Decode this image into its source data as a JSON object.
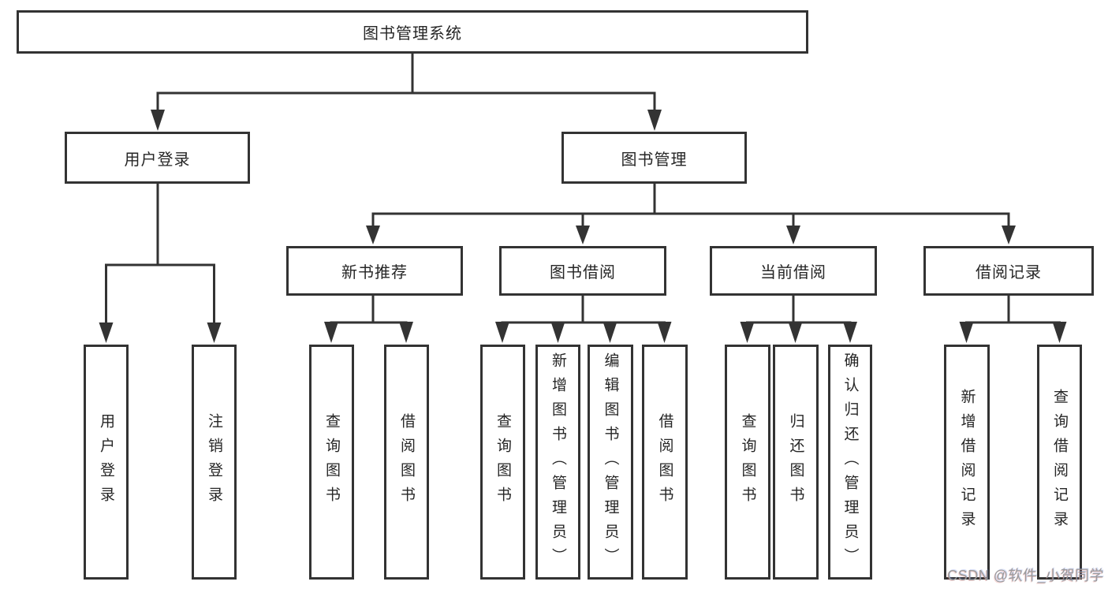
{
  "colors": {
    "line": "#333333",
    "text": "#262626",
    "background": "#ffffff",
    "watermark": "#9b9b9b"
  },
  "root": {
    "label": "图书管理系统"
  },
  "level2": [
    {
      "label": "用户登录"
    },
    {
      "label": "图书管理"
    }
  ],
  "level3": [
    {
      "label": "新书推荐",
      "parent": "图书管理"
    },
    {
      "label": "图书借阅",
      "parent": "图书管理"
    },
    {
      "label": "当前借阅",
      "parent": "图书管理"
    },
    {
      "label": "借阅记录",
      "parent": "图书管理"
    }
  ],
  "leaves": [
    {
      "label": "用户登录",
      "parent": "用户登录"
    },
    {
      "label": "注销登录",
      "parent": "用户登录"
    },
    {
      "label": "查询图书",
      "parent": "新书推荐"
    },
    {
      "label": "借阅图书",
      "parent": "新书推荐"
    },
    {
      "label": "查询图书",
      "parent": "图书借阅"
    },
    {
      "label": "新增图书（管理员）",
      "parent": "图书借阅"
    },
    {
      "label": "编辑图书（管理员）",
      "parent": "图书借阅"
    },
    {
      "label": "借阅图书",
      "parent": "图书借阅"
    },
    {
      "label": "查询图书",
      "parent": "当前借阅"
    },
    {
      "label": "归还图书",
      "parent": "当前借阅"
    },
    {
      "label": "确认归还（管理员）",
      "parent": "当前借阅"
    },
    {
      "label": "新增借阅记录",
      "parent": "借阅记录"
    },
    {
      "label": "查询借阅记录",
      "parent": "借阅记录"
    }
  ],
  "watermark": {
    "text": "CSDN @软件_小贺同学"
  }
}
